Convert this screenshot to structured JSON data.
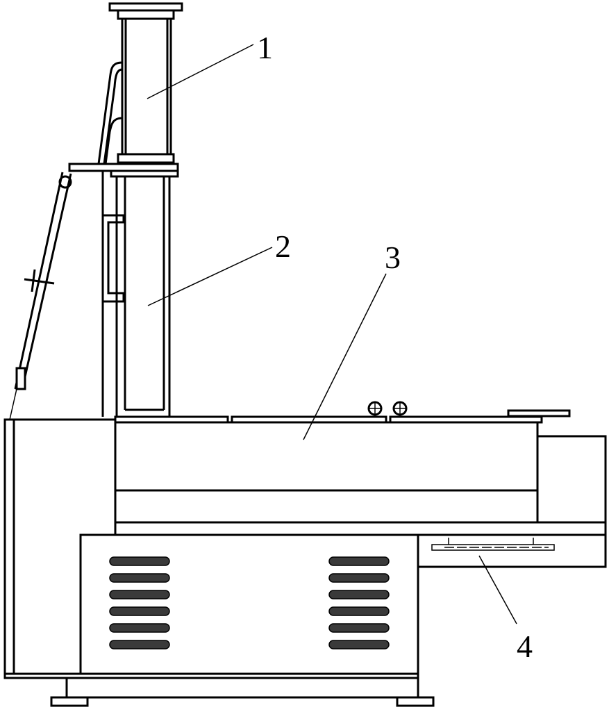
{
  "labels": [
    {
      "id": "label-1",
      "text": "1"
    },
    {
      "id": "label-2",
      "text": "2"
    },
    {
      "id": "label-3",
      "text": "3"
    },
    {
      "id": "label-4",
      "text": "4"
    }
  ],
  "colors": {
    "stroke": "#000000",
    "background": "#ffffff",
    "vent": "#3a3a3a"
  }
}
